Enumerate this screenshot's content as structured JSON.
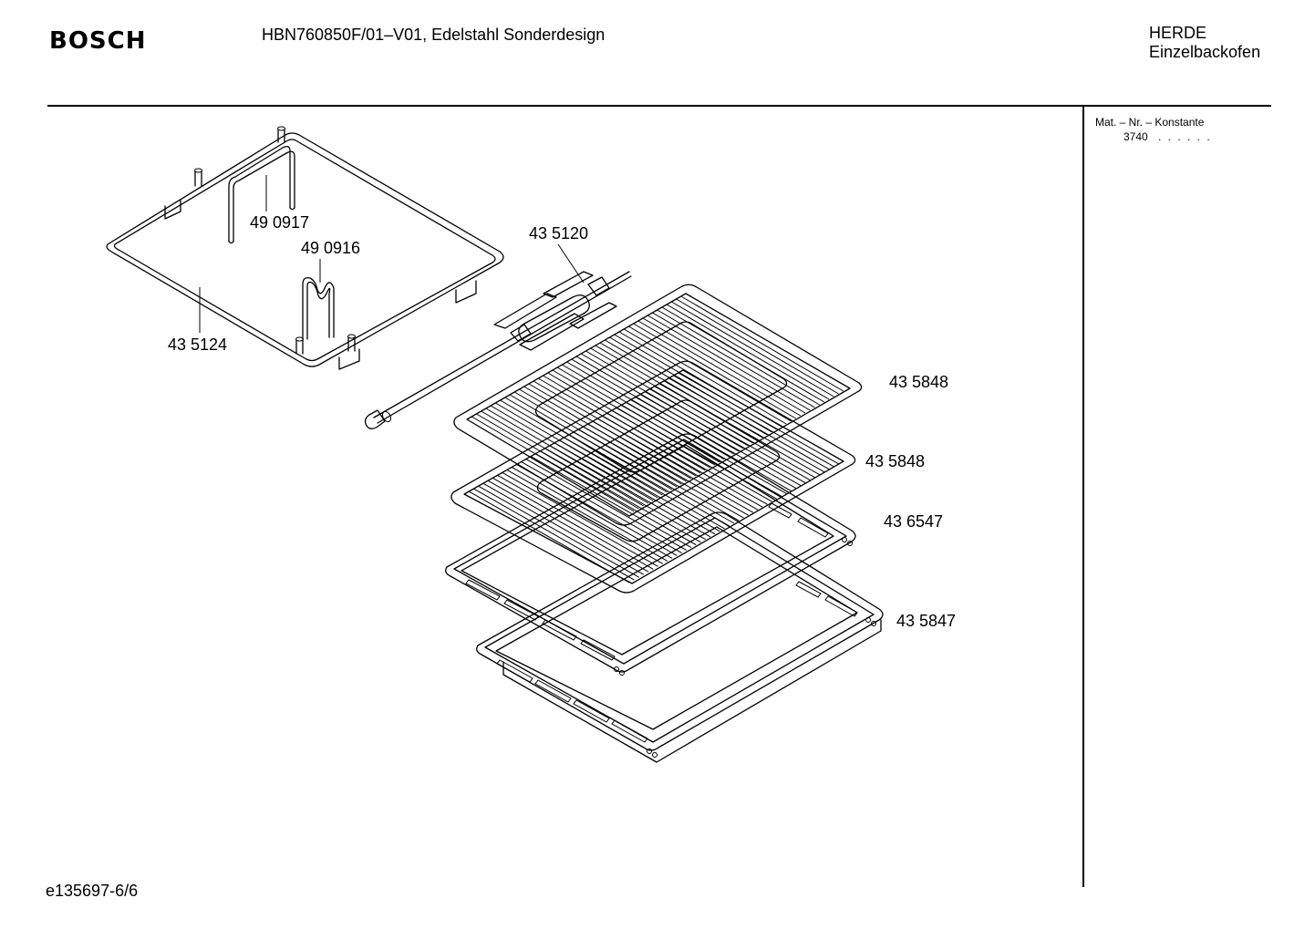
{
  "header": {
    "brand": "BOSCH",
    "model_line": "HBN760850F/01–V01, Edelstahl Sonderdesign",
    "category_line1": "HERDE",
    "category_line2": "Einzelbackofen"
  },
  "side_panel": {
    "mat_label": "Mat. – Nr. – Konstante",
    "mat_value": "3740",
    "mat_dots": ". .   . . . ."
  },
  "footer": {
    "drawing_id": "e135697-6/6"
  },
  "parts": [
    {
      "id": "part-435124",
      "number": "43 5124",
      "name": "side-rack-frame"
    },
    {
      "id": "part-490917",
      "number": "49 0917",
      "name": "rack-wire-support"
    },
    {
      "id": "part-490916",
      "number": "49 0916",
      "name": "rack-wire-support-curved"
    },
    {
      "id": "part-435120",
      "number": "43 5120",
      "name": "rotisserie-spit"
    },
    {
      "id": "part-435848a",
      "number": "43 5848",
      "name": "wire-shelf-upper"
    },
    {
      "id": "part-435848b",
      "number": "43 5848",
      "name": "wire-shelf-lower"
    },
    {
      "id": "part-436547",
      "number": "43 6547",
      "name": "baking-tray"
    },
    {
      "id": "part-435847",
      "number": "43 5847",
      "name": "deep-pan"
    }
  ]
}
